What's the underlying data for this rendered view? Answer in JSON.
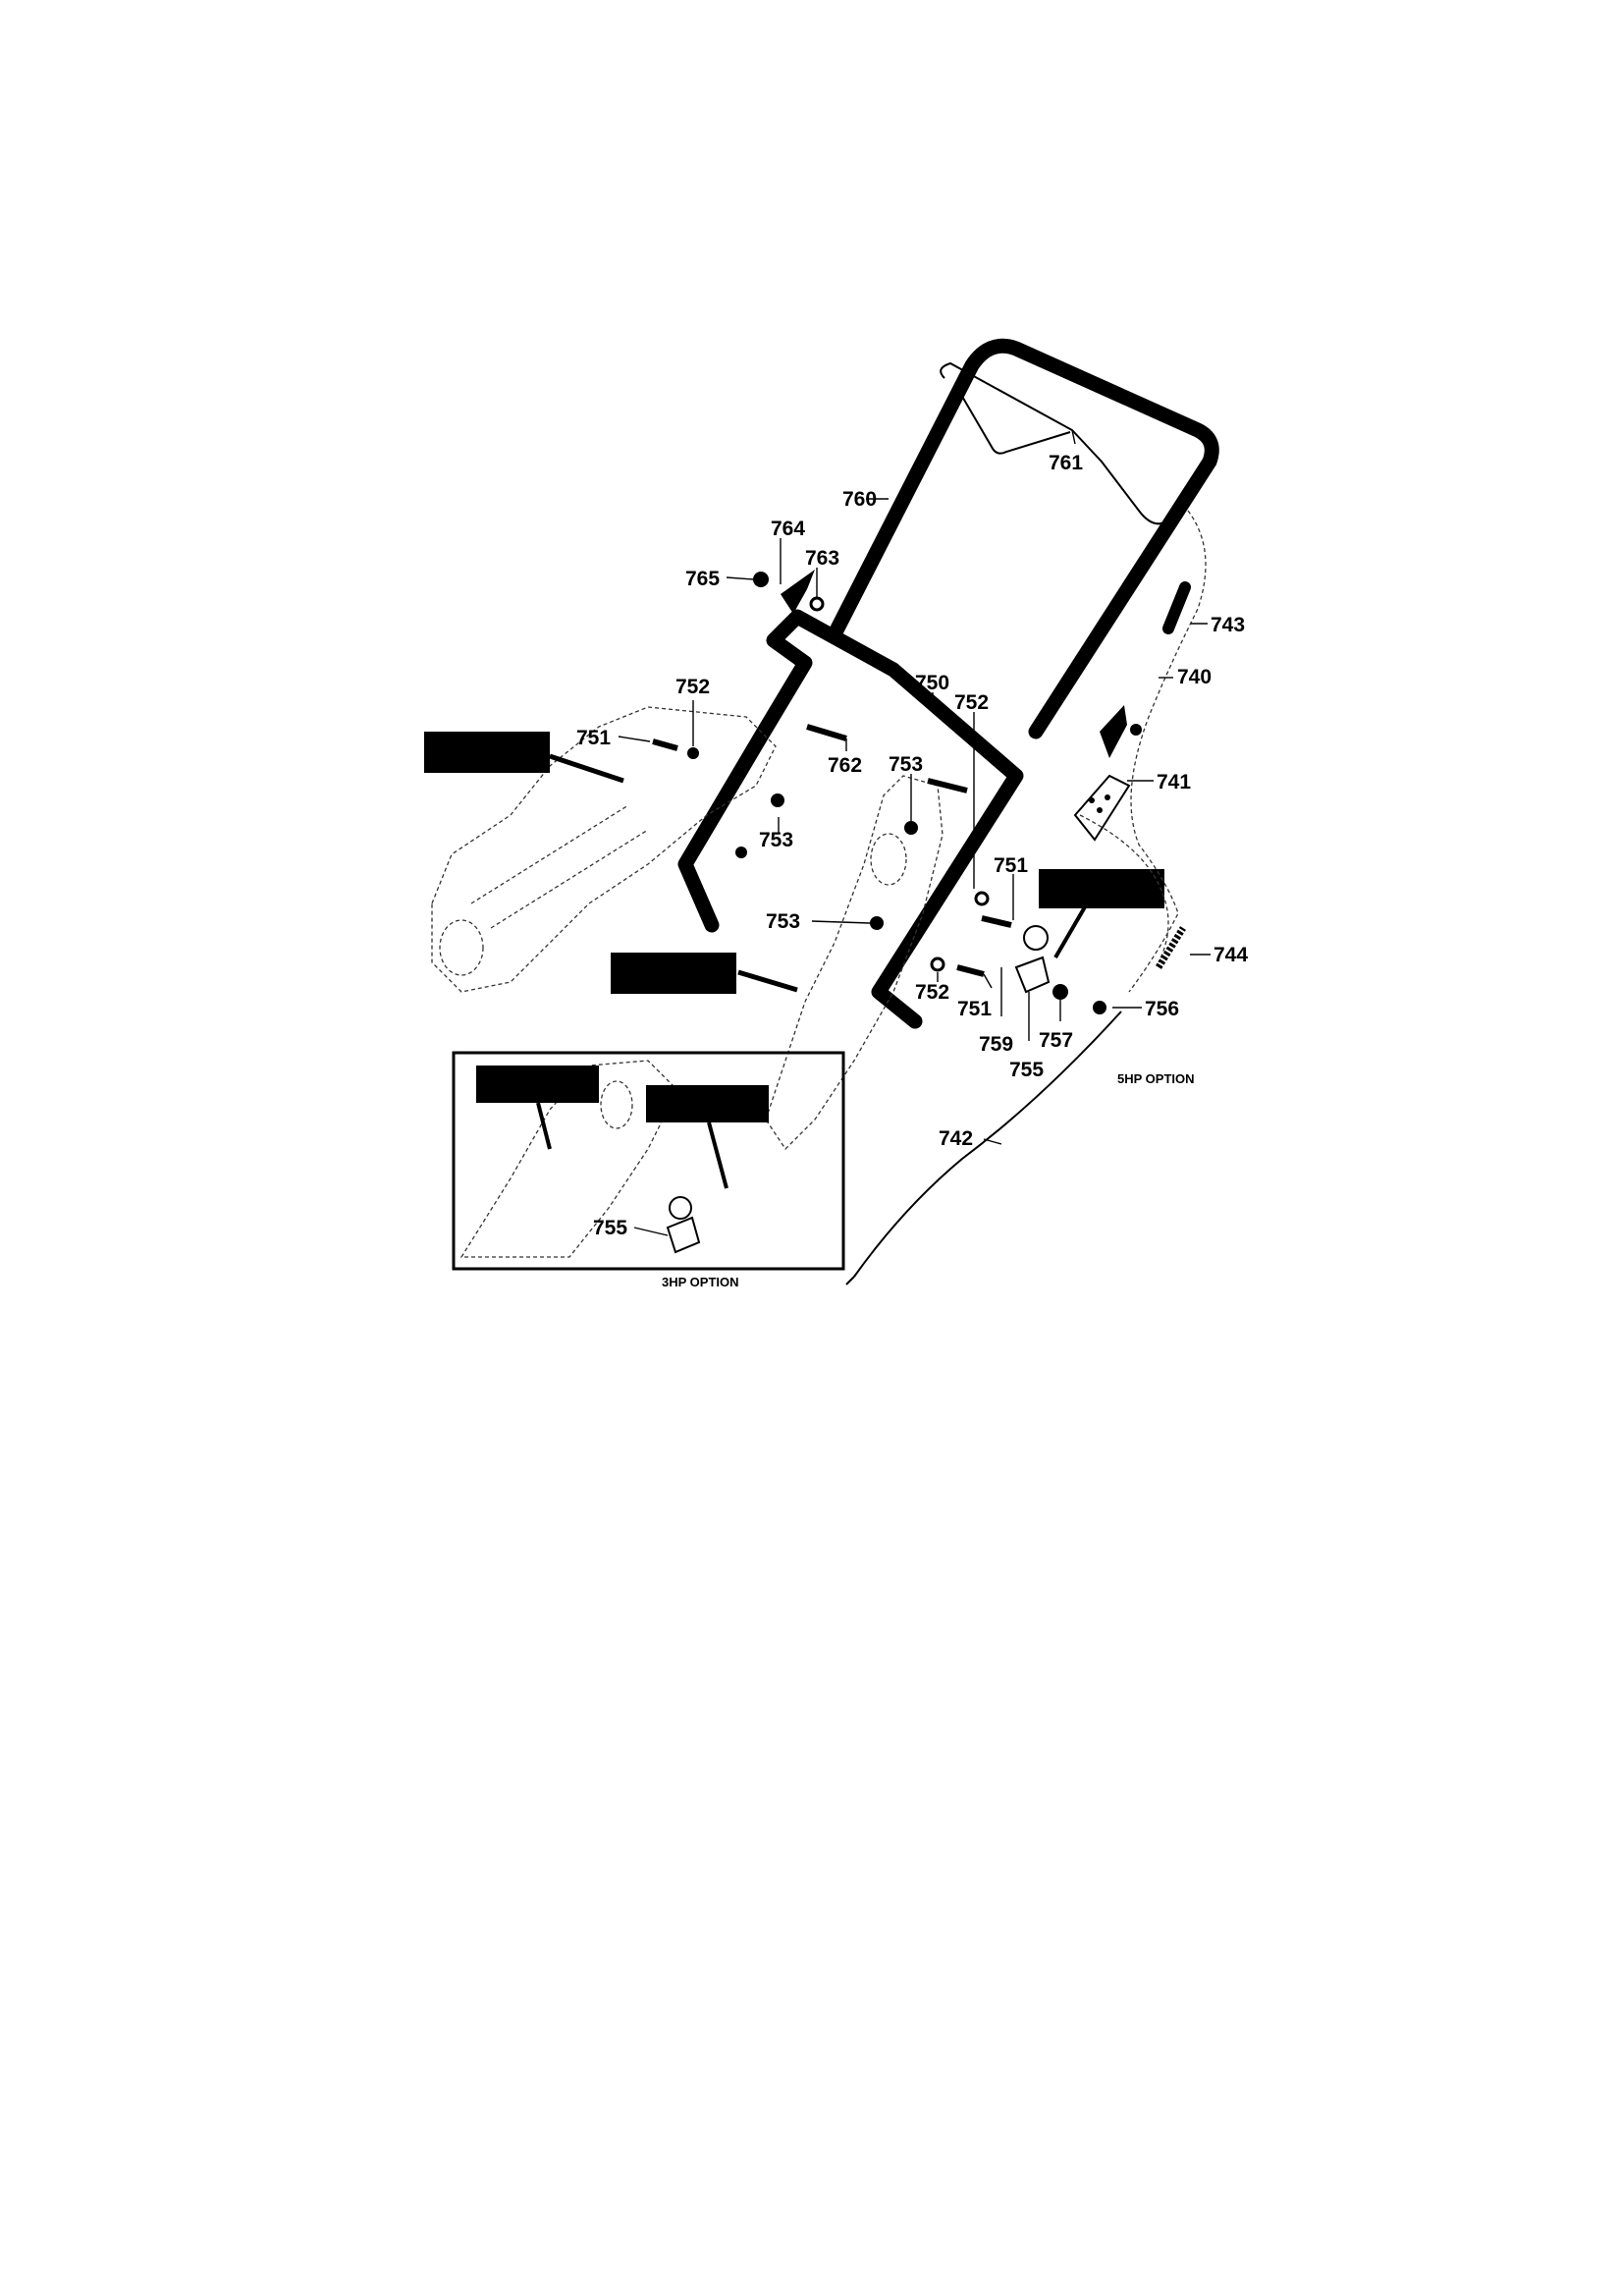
{
  "parts": {
    "p760": "760",
    "p761": "761",
    "p764": "764",
    "p763": "763",
    "p765": "765",
    "p743": "743",
    "p740": "740",
    "p752a": "752",
    "p750": "750",
    "p752b": "752",
    "p751a": "751",
    "p762": "762",
    "p753a": "753",
    "p741": "741",
    "p753b": "753",
    "p751b": "751",
    "p753c": "753",
    "p744": "744",
    "p752c": "752",
    "p751c": "751",
    "p756": "756",
    "p759": "759",
    "p757": "757",
    "p755a": "755",
    "p742": "742",
    "p755b": "755"
  },
  "options": {
    "five_hp": "5HP OPTION",
    "three_hp": "3HP OPTION"
  }
}
